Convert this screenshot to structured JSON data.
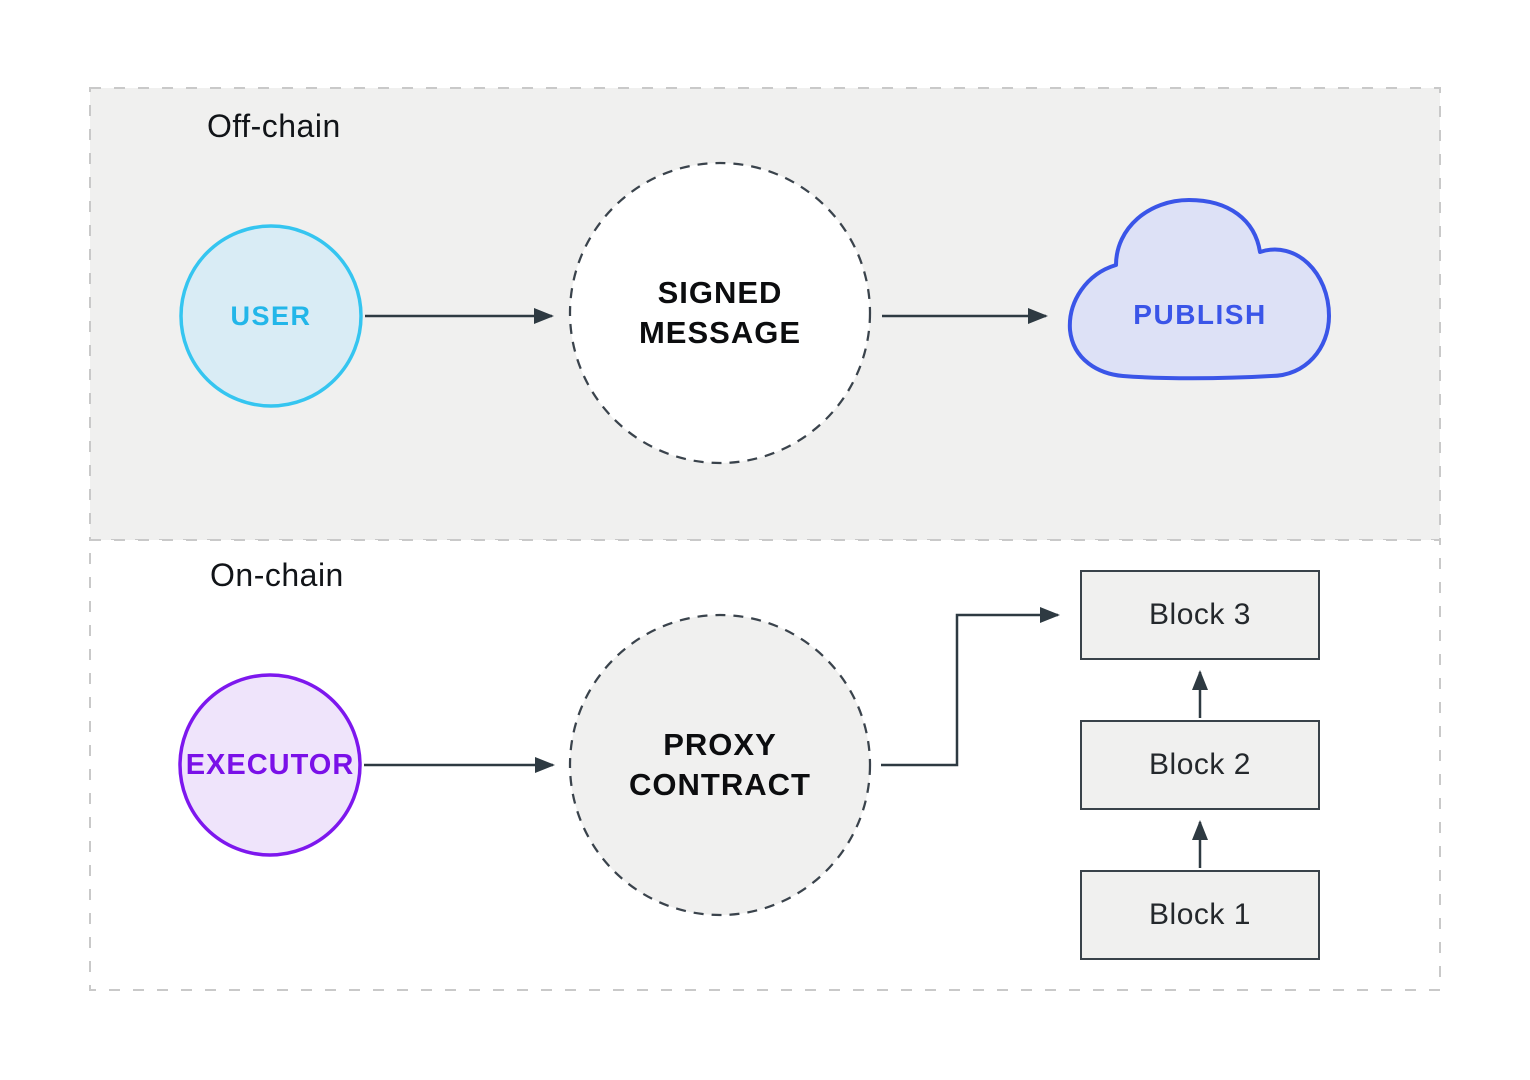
{
  "diagram": {
    "offchain": {
      "label": "Off-chain",
      "user": "USER",
      "signed_message": "SIGNED MESSAGE",
      "publish": "PUBLISH"
    },
    "onchain": {
      "label": "On-chain",
      "executor": "EXECUTOR",
      "proxy_contract": "PROXY CONTRACT",
      "blocks": [
        "Block 3",
        "Block 2",
        "Block 1"
      ]
    }
  },
  "colors": {
    "accent-user": "#35c5f0",
    "accent-user-text": "#22b6e9",
    "fill-user": "#d9ecf5",
    "accent-executor": "#7d17ee",
    "accent-executor-text": "#7a10e8",
    "fill-executor": "#efe4fb",
    "accent-publish": "#3a55e8",
    "fill-publish": "#dde1f6",
    "fill-gray": "#f0f0ef",
    "section-border": "#c9c9c9",
    "dashed-border": "#3a434c",
    "block-border": "#39424a",
    "arrow": "#2e3a42"
  }
}
